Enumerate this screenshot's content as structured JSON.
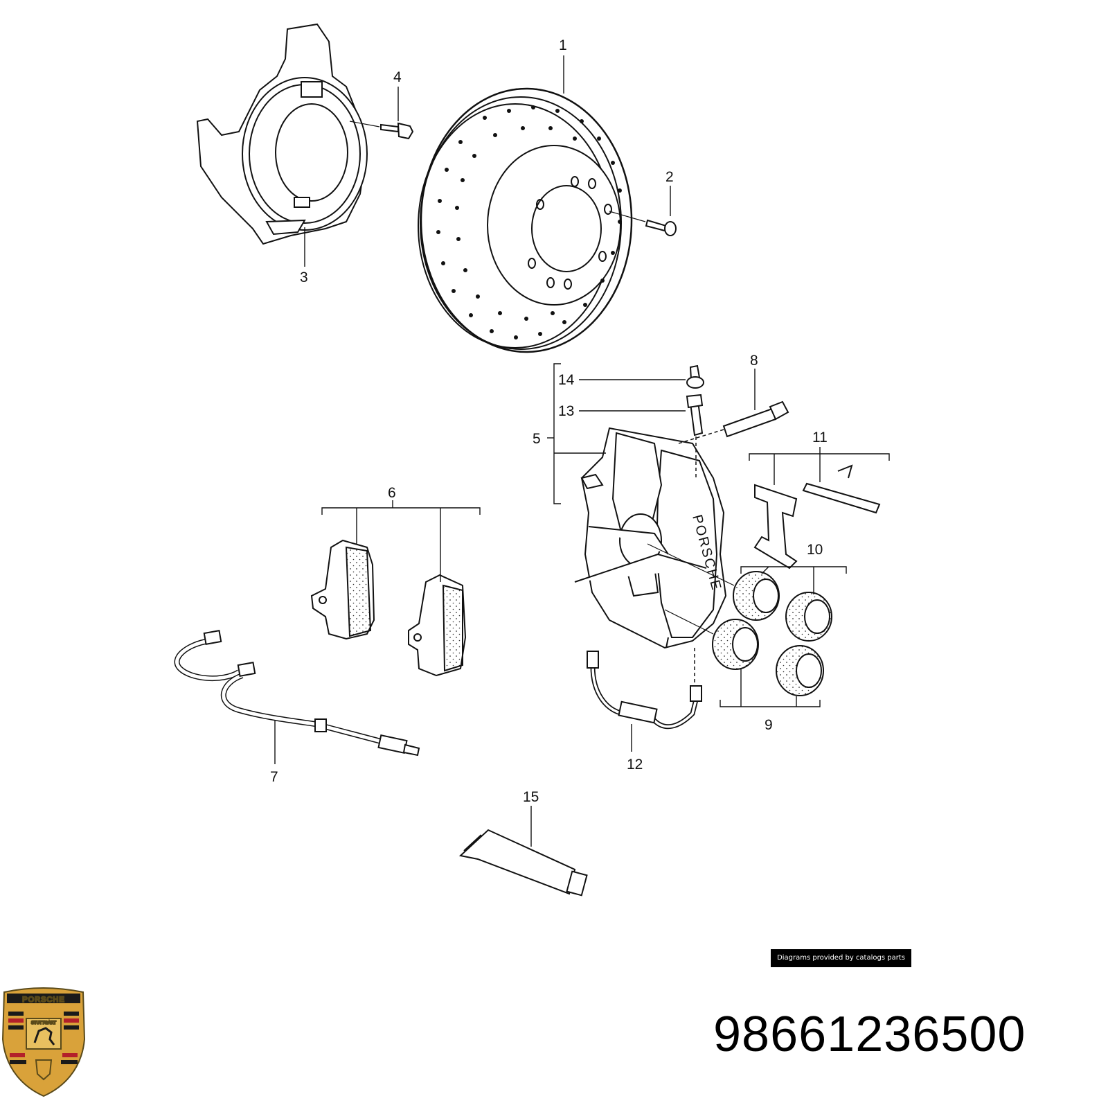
{
  "diagram": {
    "callouts": [
      "1",
      "2",
      "3",
      "4",
      "5",
      "6",
      "7",
      "8",
      "9",
      "10",
      "11",
      "12",
      "13",
      "14",
      "15"
    ],
    "caliper_marking": "PORSCHE"
  },
  "footer": {
    "credit": "Diagrams provided by catalogs parts",
    "part_number": "98661236500",
    "logo_text": "PORSCHE",
    "logo_subtext": "STUTTGART"
  },
  "colors": {
    "ink": "#111111",
    "background": "#ffffff",
    "credit_bg": "#000000",
    "logo_gold": "#d9a23a",
    "logo_red": "#b3202a",
    "logo_black": "#1a1a1a"
  }
}
